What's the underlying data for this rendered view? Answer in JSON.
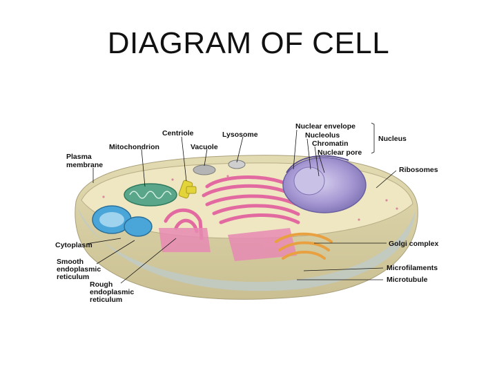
{
  "title": "DIAGRAM OF CELL",
  "labels": {
    "centriole": "Centriole",
    "lysosome": "Lysosome",
    "nuclear_envelope": "Nuclear envelope",
    "nucleolus": "Nucleolus",
    "chromatin": "Chromatin",
    "nuclear_pore": "Nuclear pore",
    "nucleus": "Nucleus",
    "mitochondrion": "Mitochondrion",
    "vacuole": "Vacuole",
    "plasma_membrane_1": "Plasma",
    "plasma_membrane_2": "membrane",
    "ribosomes": "Ribosomes",
    "cytoplasm": "Cytoplasm",
    "golgi_complex": "Golgi complex",
    "smooth_er_1": "Smooth",
    "smooth_er_2": "endoplasmic",
    "smooth_er_3": "reticulum",
    "microfilaments": "Microfilaments",
    "microtubule": "Microtubule",
    "rough_er_1": "Rough",
    "rough_er_2": "endoplasmic",
    "rough_er_3": "reticulum"
  },
  "colors": {
    "cell_body": "#d9cfa3",
    "cell_top": "#eee7c0",
    "cytoplasm_edge": "#b9c8c8",
    "rough_er": "#e36aa0",
    "nucleus": "#9a8fc8",
    "mitochondrion_green": "#5aa68a",
    "mitochondrion_blue": "#4aa6d8",
    "golgi": "#e8a040",
    "centriole": "#e3d43a"
  }
}
